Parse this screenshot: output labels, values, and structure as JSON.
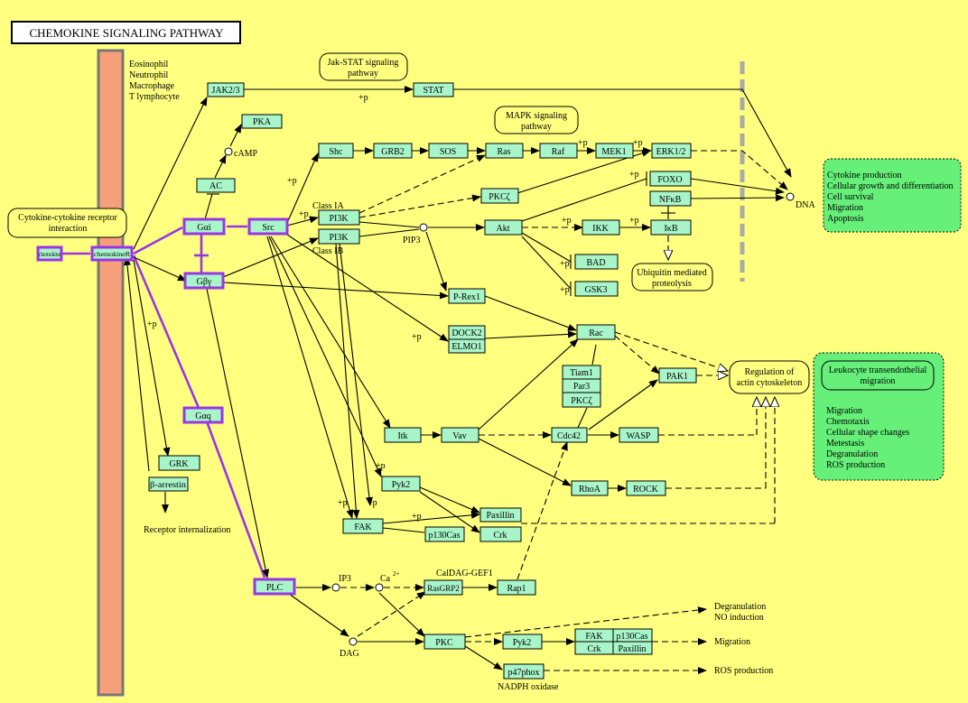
{
  "title": "CHEMOKINE SIGNALING PATHWAY",
  "cells": [
    "Eosinophil",
    "Neutrophil",
    "Macrophage",
    "T lymphocyte"
  ],
  "pathways": {
    "cytokine": [
      "Cytokine-cytokine receptor",
      "interaction"
    ],
    "jakstat": [
      "Jak-STAT signaling",
      "pathway"
    ],
    "mapk": [
      "MAPK signaling",
      "pathway"
    ],
    "ubiquitin": [
      "Ubiquitin mediated",
      "proteolysis"
    ],
    "actin": [
      "Regulation of",
      "actin cytoskeleton"
    ]
  },
  "genes": {
    "chemokine": "chemokine",
    "chemokine_r": "chemokineR",
    "jak": "JAK2/3",
    "stat": "STAT",
    "pka": "PKA",
    "ac": "AC",
    "gai": "Gαi",
    "gby": "Gβγ",
    "gaq": "Gαq",
    "grk": "GRK",
    "barr": "β-arrestin",
    "src": "Src",
    "shc": "Shc",
    "grb2": "GRB2",
    "sos": "SOS",
    "ras": "Ras",
    "raf": "Raf",
    "mek1": "MEK1",
    "erk": "ERK1/2",
    "foxo": "FOXO",
    "nfkb": "NFκB",
    "ikb": "IκB",
    "ikk": "IKK",
    "akt": "Akt",
    "bad": "BAD",
    "gsk3": "GSK3",
    "pkcz1": "PKCζ",
    "pi3k1": "PI3K",
    "pi3k2": "PI3K",
    "prex1": "P-Rex1",
    "dock2": "DOCK2",
    "elmo1": "ELMO1",
    "rac": "Rac",
    "tiam1": "Tiam1",
    "par3": "Par3",
    "pkcz2": "PKCζ",
    "pak1": "PAK1",
    "itk": "Itk",
    "vav": "Vav",
    "cdc42": "Cdc42",
    "wasp": "WASP",
    "rhoa": "RhoA",
    "rock": "ROCK",
    "pyk2a": "Pyk2",
    "fak1": "FAK",
    "paxillin1": "Paxillin",
    "p130a": "p130Cas",
    "crk1": "Crk",
    "plc": "PLC",
    "rasgrp2": "RasGRP2",
    "rap1": "Rap1",
    "pkc": "PKC",
    "pyk2b": "Pyk2",
    "fak2": "FAK",
    "p130b": "p130Cas",
    "crk2": "Crk",
    "paxillin2": "Paxillin",
    "p47phox": "p47phox"
  },
  "labels": {
    "camp": "cAMP",
    "pip3": "PIP3",
    "class1a": "Class IA",
    "class1b": "Class IB",
    "dna": "DNA",
    "ip3": "IP3",
    "ca": "Ca",
    "ca_sup": "2+",
    "dag": "DAG",
    "caldag": "CalDAG-GEF1",
    "nadph": "NADPH oxidase",
    "receptor_int": "Receptor internalization",
    "degran": [
      "Degranulation",
      "NO induction"
    ],
    "migration": "Migration",
    "ros": "ROS production",
    "plus_p": "+p"
  },
  "outcomes": {
    "box1": [
      "Cytokine production",
      "Cellular growth and differentiation",
      "Cell survival",
      "Migration",
      "Apoptosis"
    ],
    "box2_title": [
      "Leukocyte transendothelial",
      "migration"
    ],
    "box2": [
      "Migration",
      "Chemotaxis",
      "Cellular shape changes",
      "Metestasis",
      "Degranulation",
      "ROS production"
    ]
  },
  "colors": {
    "background": "#ffff80",
    "gene": "#a8f5c9",
    "highlight": "#9a35e6",
    "membrane": "#f5a07a",
    "outcome": "#66f07a"
  }
}
